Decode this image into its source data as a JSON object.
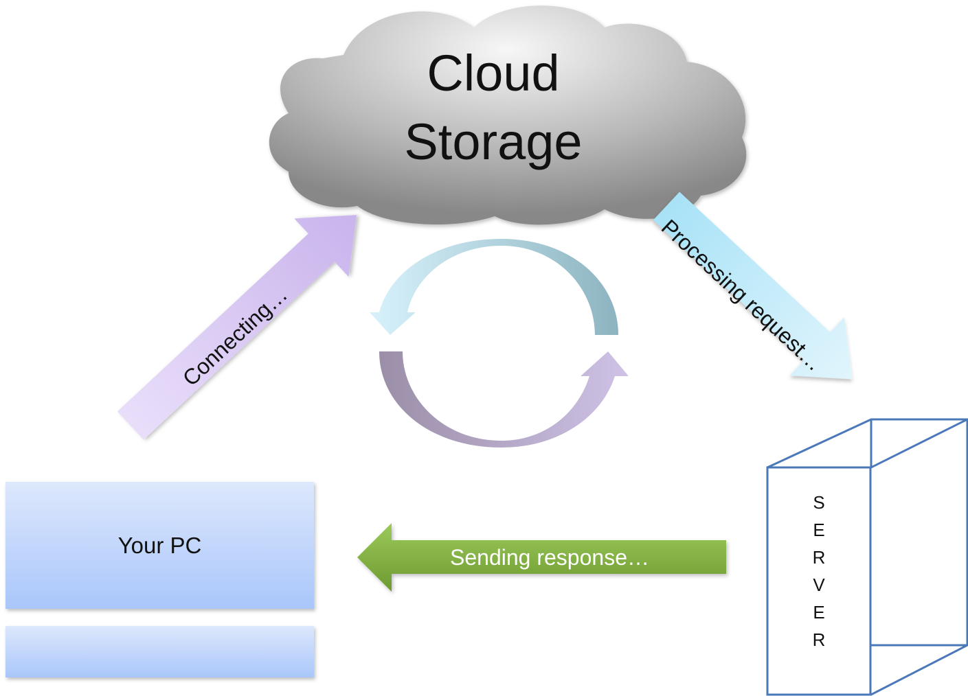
{
  "cloud": {
    "line1": "Cloud",
    "line2": "Storage"
  },
  "arrows": {
    "connecting": "Connecting…",
    "processing": "Processing request…",
    "sending": "Sending response…"
  },
  "pc": {
    "label": "Your PC"
  },
  "server": {
    "letters": [
      "S",
      "E",
      "R",
      "V",
      "E",
      "R"
    ]
  },
  "colors": {
    "cloud_light": "#f5f5f5",
    "cloud_dark": "#8a8a8a",
    "connecting_arrow": "#cbb8ea",
    "processing_arrow": "#b9e7f8",
    "sending_arrow": "#7aaa3a",
    "pc_light": "#dde8fc",
    "pc_dark": "#a9c6fb",
    "server_outline": "#4a78b8"
  }
}
